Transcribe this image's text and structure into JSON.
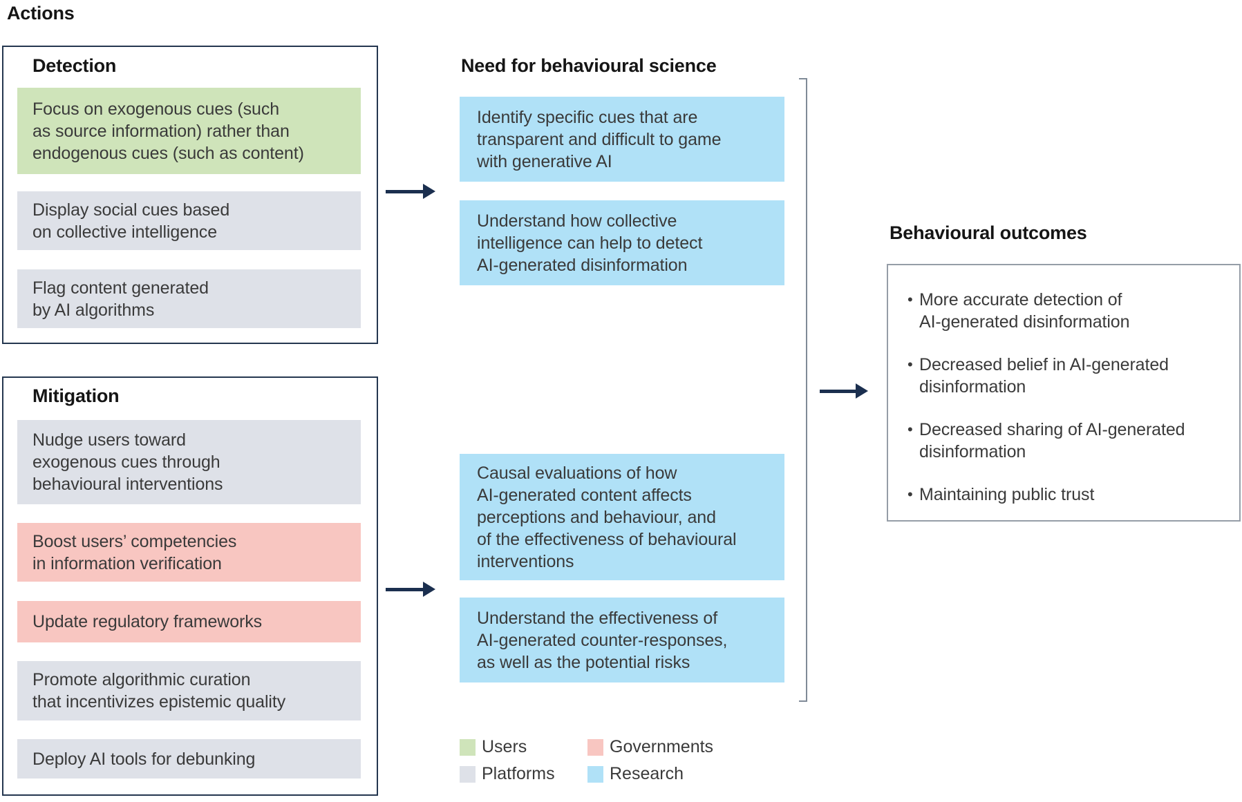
{
  "actions_title": "Actions",
  "detection": {
    "heading": "Detection",
    "items": [
      {
        "text": "Focus on exogenous cues (such\nas source information) rather than\nendogenous cues (such as content)",
        "category": "users"
      },
      {
        "text": "Display social cues based\non collective intelligence",
        "category": "platforms"
      },
      {
        "text": "Flag content generated\nby AI algorithms",
        "category": "platforms"
      }
    ]
  },
  "mitigation": {
    "heading": "Mitigation",
    "items": [
      {
        "text": "Nudge users toward\nexogenous cues through\nbehavioural interventions",
        "category": "platforms"
      },
      {
        "text": "Boost users’ competencies\nin information verification",
        "category": "governments"
      },
      {
        "text": "Update regulatory frameworks",
        "category": "governments"
      },
      {
        "text": "Promote algorithmic curation\nthat incentivizes epistemic quality",
        "category": "platforms"
      },
      {
        "text": "Deploy AI tools for debunking",
        "category": "platforms"
      }
    ]
  },
  "science": {
    "heading": "Need for behavioural science",
    "boxes": [
      {
        "text": "Identify specific cues that are\ntransparent and difficult to game\nwith generative AI",
        "category": "research"
      },
      {
        "text": "Understand how collective\nintelligence can help to detect\nAI-generated disinformation",
        "category": "research"
      },
      {
        "text": "Causal evaluations of how\nAI-generated content affects\nperceptions and behaviour, and\nof the effectiveness of behavioural\ninterventions",
        "category": "research"
      },
      {
        "text": "Understand the effectiveness of\nAI-generated counter-responses,\nas well as the potential risks",
        "category": "research"
      }
    ]
  },
  "outcomes": {
    "heading": "Behavioural outcomes",
    "bullets": [
      {
        "text": "More accurate detection of\nAI-generated disinformation"
      },
      {
        "text": "Decreased belief in AI-generated\ndisinformation"
      },
      {
        "text": "Decreased sharing of AI-generated\ndisinformation"
      },
      {
        "text": "Maintaining public trust"
      }
    ]
  },
  "legend": {
    "items": [
      {
        "label": "Users",
        "category": "users"
      },
      {
        "label": "Governments",
        "category": "governments"
      },
      {
        "label": "Platforms",
        "category": "platforms"
      },
      {
        "label": "Research",
        "category": "research"
      }
    ]
  },
  "palette": {
    "users": "#cfe4ba",
    "platforms": "#dee1e8",
    "governments": "#f8c6c1",
    "research": "#b0e1f7",
    "arrow": "#1b2f4f",
    "action_box_border": "#24364f",
    "bracket": "#7f8a97",
    "outcomes_border": "#959da7",
    "heading_text": "#151515",
    "body_text": "#3a3a3a"
  }
}
